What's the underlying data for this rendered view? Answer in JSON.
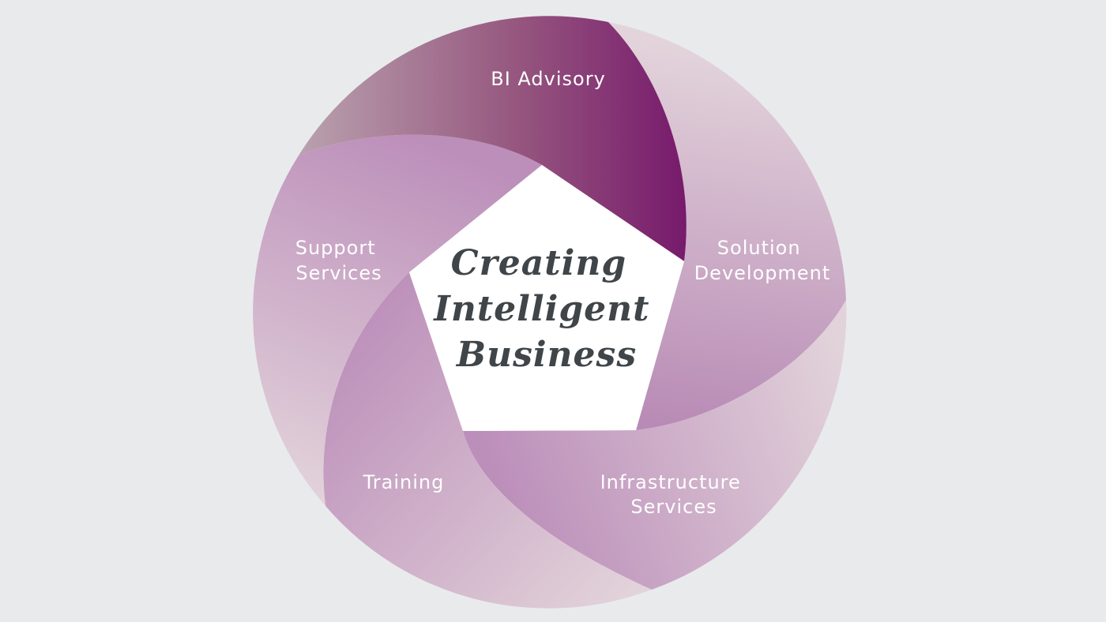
{
  "diagram": {
    "segments": [
      {
        "id": "bi-advisory",
        "lines": [
          "BI Advisory"
        ]
      },
      {
        "id": "solution-development",
        "lines": [
          "Solution",
          "Development"
        ]
      },
      {
        "id": "infrastructure-services",
        "lines": [
          "Infrastructure",
          "Services"
        ]
      },
      {
        "id": "training",
        "lines": [
          "Training"
        ]
      },
      {
        "id": "support-services",
        "lines": [
          "Support",
          "Services"
        ]
      }
    ],
    "center": {
      "lines": [
        "Creating",
        "Intelligent",
        "Business"
      ]
    }
  },
  "colors": {
    "background": "#e9eaec",
    "accent_dark": "#7a1f6e",
    "accent_mid": "#bc8fba",
    "accent_light": "#e3d3dc",
    "center_fill": "#ffffff",
    "center_text": "#3f4548"
  }
}
